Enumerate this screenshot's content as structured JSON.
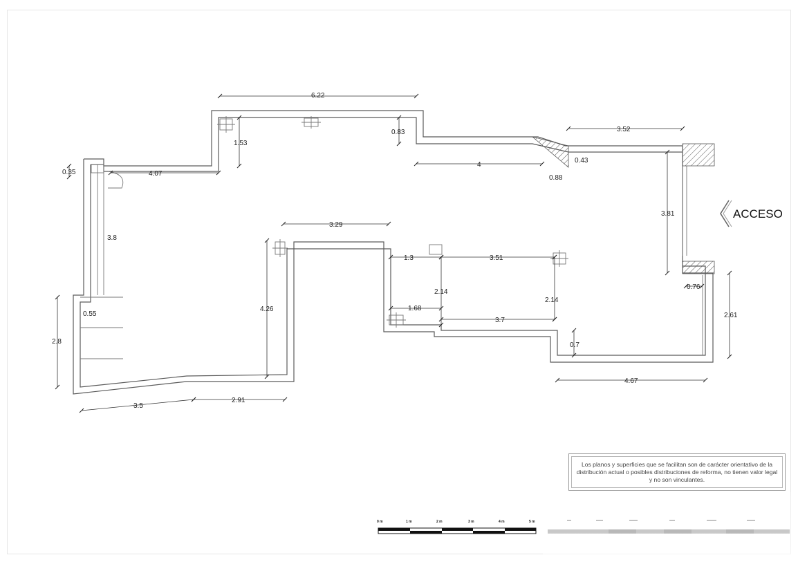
{
  "access_label": "ACCESO",
  "dimensions": [
    "6.22",
    "1.53",
    "0.83",
    "4.07",
    "0.35",
    "4",
    "0.88",
    "0.43",
    "3.52",
    "3.81",
    "0.76",
    "2.61",
    "3.8",
    "3.29",
    "1.3",
    "3.51",
    "2.14",
    "2.14",
    "1.68",
    "3.7",
    "4.26",
    "0.55",
    "2.8",
    "3.5",
    "2.91",
    "0.7",
    "4.67"
  ],
  "disclaimer": "Los planos y superficies que se facilitan son de carácter orientativo de la distribución actual o posibles distribuciones de reforma, no tienen valor legal y no son vinculantes.",
  "scale_bar": {
    "labels": [
      "0 m",
      "1 m",
      "2 m",
      "3 m",
      "4 m",
      "5 m"
    ]
  }
}
